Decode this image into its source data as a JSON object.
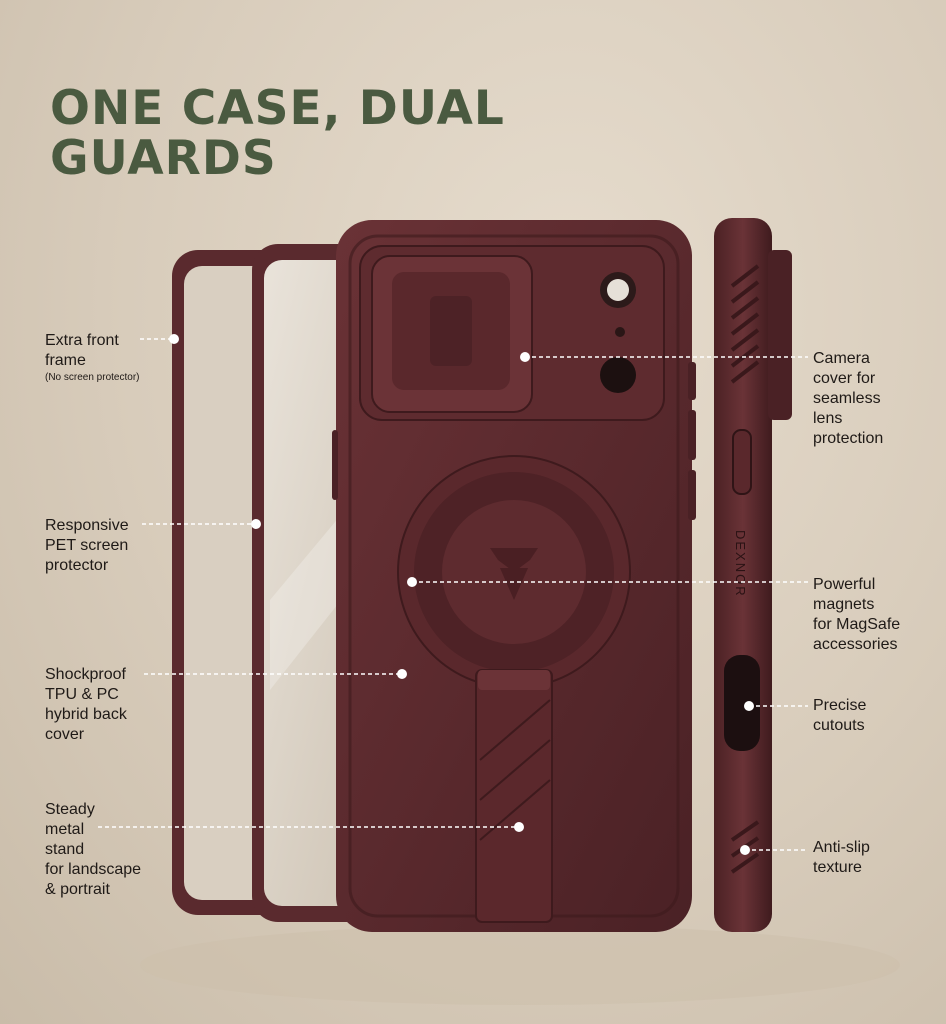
{
  "headline": {
    "line1": "ONE CASE, DUAL",
    "line2": "GUARDS"
  },
  "brand": {
    "side_logo": "DEXNOR"
  },
  "colors": {
    "case": "#5c2b2e",
    "case_dark": "#3e1a1d",
    "headline": "#4a5a40",
    "background": "#d8ccbb"
  },
  "callouts": {
    "front_frame": {
      "lines": [
        "Extra front",
        "frame"
      ],
      "note": "(No screen protector)"
    },
    "screen_protector": {
      "lines": [
        "Responsive",
        "PET screen",
        "protector"
      ]
    },
    "back_cover": {
      "lines": [
        "Shockproof",
        "TPU & PC",
        "hybrid back",
        "cover"
      ]
    },
    "stand": {
      "lines": [
        "Steady",
        "metal",
        "stand",
        "for landscape",
        "& portrait"
      ]
    },
    "camera_cover": {
      "lines": [
        "Camera",
        "cover for",
        "seamless",
        "lens",
        "protection"
      ]
    },
    "magnets": {
      "lines": [
        "Powerful",
        "magnets",
        "for MagSafe",
        "accessories"
      ]
    },
    "cutouts": {
      "lines": [
        "Precise",
        "cutouts"
      ]
    },
    "anti_slip": {
      "lines": [
        "Anti-slip",
        "texture"
      ]
    }
  }
}
